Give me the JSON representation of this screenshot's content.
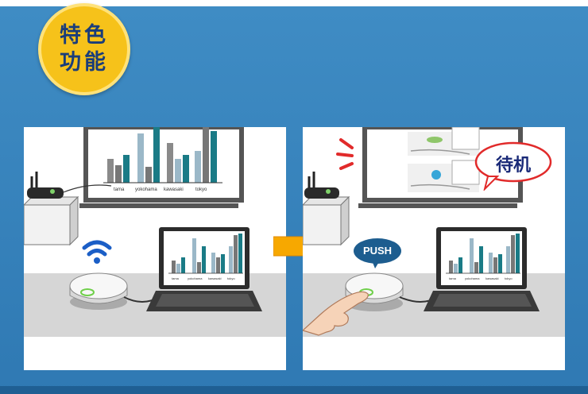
{
  "badge": {
    "line1": "特色",
    "line2": "功能"
  },
  "standby_bubble": {
    "label": "待机"
  },
  "push_bubble": {
    "label": "PUSH"
  },
  "projector_chart_left": {
    "labels": [
      "tama",
      "yokohama",
      "kawasaki",
      "tokyo"
    ]
  },
  "laptop_chart_left": {
    "labels": [
      "tama",
      "yokohama",
      "kawasaki",
      "tokyo"
    ]
  },
  "laptop_chart_right": {
    "labels": [
      "tama",
      "yokohama",
      "kawasaki",
      "tokyo"
    ]
  },
  "colors": {
    "background": "#3f8cc4",
    "badge": "#f6c21a",
    "teal": "#1a7b86",
    "arrow": "#f7a800"
  }
}
